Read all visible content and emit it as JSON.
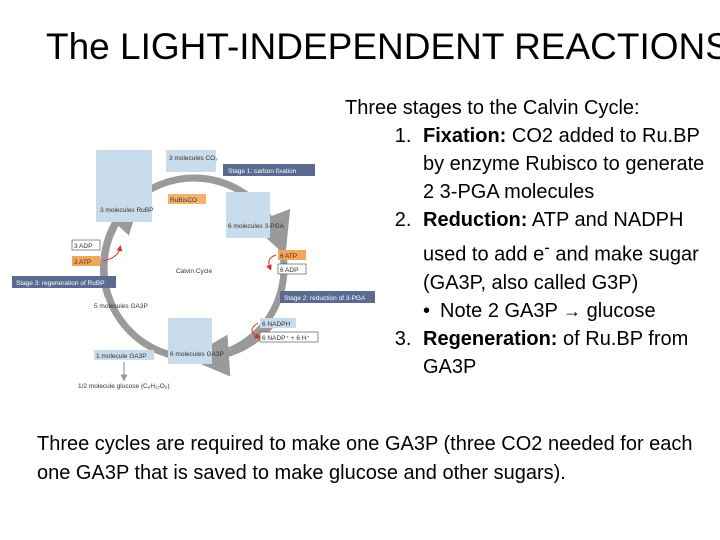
{
  "slide": {
    "title": "The LIGHT-INDEPENDENT REACTIONS",
    "intro": "Three stages to the Calvin Cycle:",
    "stages": [
      {
        "label": "Fixation:",
        "text": "CO2 added to Ru.BP by enzyme Rubisco to generate 2 3-PGA molecules"
      },
      {
        "label": "Reduction:",
        "text_pre": "ATP and NADPH used to add e",
        "superscript": "-",
        "text_post": "and make sugar (GA3P, also called G3P)",
        "sub_note": {
          "pre": "Note 2 GA3P",
          "arrow": "→",
          "post": "glucose"
        }
      },
      {
        "label": "Regeneration:",
        "text": "of Ru.BP from GA3P"
      }
    ],
    "bottom_text": "Three cycles are required to make one GA3P (three CO2 needed for each one GA3P that is saved to make glucose and other sugars)."
  },
  "diagram": {
    "stage1_label": "Stage 1: carbon fixation",
    "stage2_label": "Stage 2: reduction of 3-PGA",
    "stage3_label": "Stage 3: regeneration of RuBP",
    "center_label": "Calvin Cycle",
    "rubisco": "RuBisCO",
    "co2_box": "3 molecules CO₂",
    "rubp_box": "3 molecules RuBP",
    "pga_box": "6 molecules 3-PGA",
    "ga3p_box": "6 molecules GA3P",
    "ga3p_out": "1 molecule GA3P",
    "ga3p_out2": "5 molecules GA3P",
    "glucose": "1/2 molecule glucose (C₆H₁₂O₆)",
    "atp_in_left": "3 ATP",
    "adp_out_left": "3 ADP",
    "atp_in_right": "6 ATP",
    "adp_out_right": "6 ADP",
    "nadph": "6 NADPH",
    "nadp": "6 NADP⁺ + 6 H⁺",
    "colors": {
      "stage_bar": "#5a6a90",
      "box_blue": "#c9dceb",
      "atp_orange": "#f2a65a",
      "adp_box": "#ffffff",
      "arrow_gray": "#9a9a9a",
      "arrow_red": "#d0352a",
      "rubisco_orange": "#f6b26b"
    }
  }
}
